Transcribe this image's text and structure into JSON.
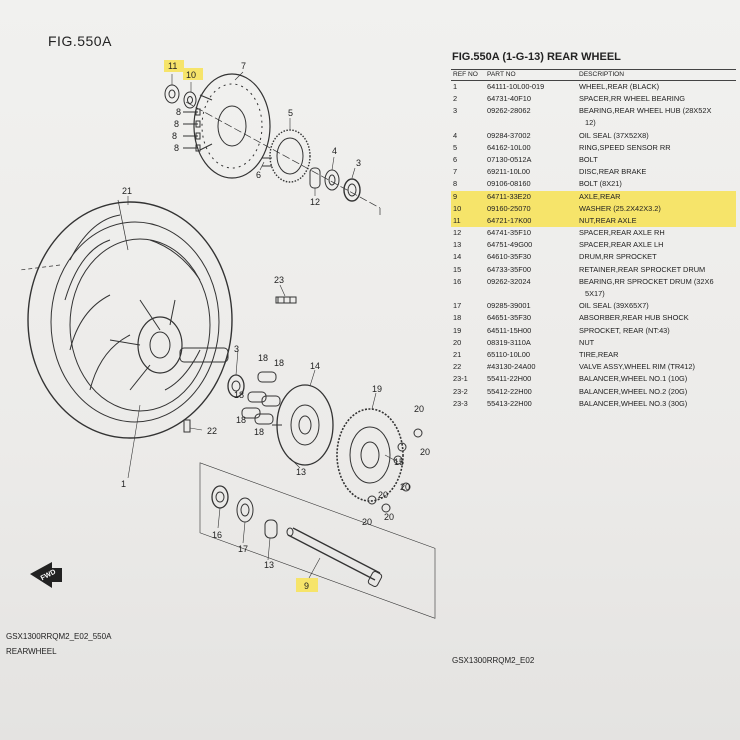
{
  "figure_label": "FIG.550A",
  "table_title": "FIG.550A (1-G-13) REAR WHEEL",
  "columns": [
    "REF NO",
    "PART NO",
    "DESCRIPTION"
  ],
  "rows": [
    {
      "ref": "1",
      "part": "64111-10L00-019",
      "desc": "WHEEL,REAR (BLACK)",
      "hl": false
    },
    {
      "ref": "2",
      "part": "64731-40F10",
      "desc": "SPACER,RR WHEEL BEARING",
      "hl": false
    },
    {
      "ref": "3",
      "part": "09262-28062",
      "desc": "BEARING,REAR WHEEL HUB (28X52X",
      "desc2": "12)",
      "hl": false
    },
    {
      "ref": "4",
      "part": "09284-37002",
      "desc": "OIL SEAL (37X52X8)",
      "hl": false
    },
    {
      "ref": "5",
      "part": "64162-10L00",
      "desc": "RING,SPEED SENSOR RR",
      "hl": false
    },
    {
      "ref": "6",
      "part": "07130-0512A",
      "desc": "BOLT",
      "hl": false
    },
    {
      "ref": "7",
      "part": "69211-10L00",
      "desc": "DISC,REAR BRAKE",
      "hl": false
    },
    {
      "ref": "8",
      "part": "09106-08160",
      "desc": "BOLT (8X21)",
      "hl": false
    },
    {
      "ref": "9",
      "part": "64711-33E20",
      "desc": "AXLE,REAR",
      "hl": true
    },
    {
      "ref": "10",
      "part": "09160-25070",
      "desc": "WASHER (25.2X42X3.2)",
      "hl": true
    },
    {
      "ref": "11",
      "part": "64721-17K00",
      "desc": "NUT,REAR AXLE",
      "hl": true
    },
    {
      "ref": "12",
      "part": "64741-35F10",
      "desc": "SPACER,REAR AXLE RH",
      "hl": false
    },
    {
      "ref": "13",
      "part": "64751-49G00",
      "desc": "SPACER,REAR AXLE LH",
      "hl": false
    },
    {
      "ref": "14",
      "part": "64610-35F30",
      "desc": "DRUM,RR SPROCKET",
      "hl": false
    },
    {
      "ref": "15",
      "part": "64733-35F00",
      "desc": "RETAINER,REAR SPROCKET DRUM",
      "hl": false
    },
    {
      "ref": "16",
      "part": "09262-32024",
      "desc": "BEARING,RR SPROCKET DRUM (32X6",
      "desc2": "5X17)",
      "hl": false
    },
    {
      "ref": "17",
      "part": "09285-39001",
      "desc": "OIL SEAL (39X65X7)",
      "hl": false
    },
    {
      "ref": "18",
      "part": "64651-35F30",
      "desc": "ABSORBER,REAR HUB SHOCK",
      "hl": false
    },
    {
      "ref": "19",
      "part": "64511-15H00",
      "desc": "SPROCKET, REAR (NT:43)",
      "hl": false
    },
    {
      "ref": "20",
      "part": "08319-3110A",
      "desc": "NUT",
      "hl": false
    },
    {
      "ref": "21",
      "part": "65110-10L00",
      "desc": "TIRE,REAR",
      "hl": false
    },
    {
      "ref": "22",
      "part": "#43130-24A00",
      "desc": "VALVE ASSY,WHEEL RIM (TR412)",
      "hl": false
    },
    {
      "ref": "23-1",
      "part": "55411-22H00",
      "desc": "BALANCER,WHEEL NO.1 (10G)",
      "hl": false
    },
    {
      "ref": "23-2",
      "part": "55412-22H00",
      "desc": "BALANCER,WHEEL NO.2 (20G)",
      "hl": false
    },
    {
      "ref": "23-3",
      "part": "55413-22H00",
      "desc": "BALANCER,WHEEL NO.3 (30G)",
      "hl": false
    }
  ],
  "callouts": {
    "n11": "11",
    "n10": "10",
    "n7": "7",
    "n8a": "8",
    "n8b": "8",
    "n8c": "8",
    "n8d": "8",
    "n5": "5",
    "n6": "6",
    "n4": "4",
    "n3a": "3",
    "n12": "12",
    "n21": "21",
    "n23": "23",
    "n3b": "3",
    "n18a": "18",
    "n18b": "18",
    "n18c": "18",
    "n18d": "18",
    "n18e": "18",
    "n14": "14",
    "n13": "13",
    "n19": "19",
    "n20a": "20",
    "n20b": "20",
    "n20c": "20",
    "n20d": "20",
    "n20e": "20",
    "n20f": "20",
    "n15": "15",
    "n22": "22",
    "n1": "1",
    "n16": "16",
    "n17": "17",
    "n9": "9"
  },
  "fwd_label": "FWD",
  "footer_code_left": "GSX1300RRQM2_E02_550A",
  "footer_name_left": "REARWHEEL",
  "footer_code_right": "GSX1300RRQM2_E02",
  "highlight_color": "#f6e46a"
}
